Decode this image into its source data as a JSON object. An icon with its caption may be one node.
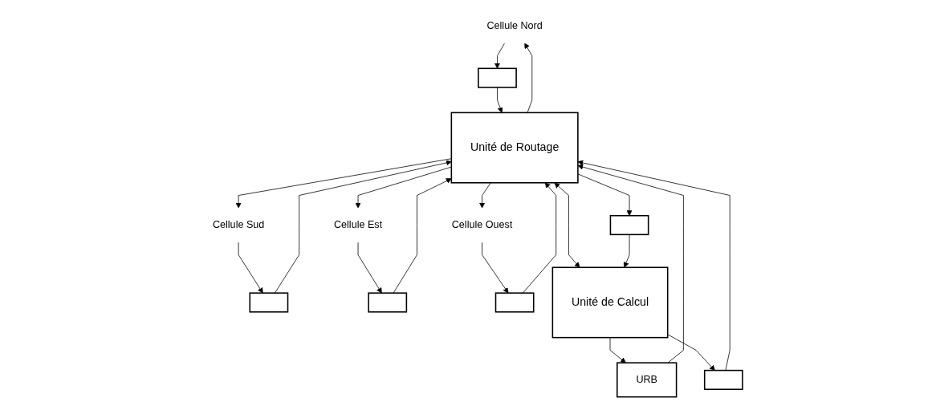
{
  "diagram": {
    "nodes": [
      {
        "text": [
          "Cellule Nord"
        ]
      },
      {
        "text": [
          "Cellule Sud"
        ]
      },
      {
        "text": [],
        "shape": "bar"
      },
      {
        "text": [],
        "shape": "bar"
      },
      {
        "text": [
          "Cellule Ouest"
        ]
      },
      {
        "text": [
          "Unité de Routage"
        ]
      },
      {
        "text": [],
        "shape": "bar"
      },
      {
        "text": [
          "Cellule Est"
        ]
      },
      {
        "text": [],
        "shape": "bar"
      },
      {
        "text": [
          "URB"
        ]
      },
      {
        "text": [],
        "shape": "bar"
      },
      {
        "text": [],
        "shape": "bar"
      },
      {
        "text": [
          "Unité de Calcul"
        ]
      }
    ],
    "edges": [
      {
        "from": 0,
        "to": 2,
        "arrow": "to"
      },
      {
        "from": 2,
        "to": 5,
        "arrow": "to"
      },
      {
        "from": 5,
        "to": 0,
        "arrow": "to"
      },
      {
        "from": 1,
        "to": 3,
        "arrow": "to"
      },
      {
        "from": 3,
        "to": 5,
        "arrow": "to"
      },
      {
        "from": 5,
        "to": 1,
        "arrow": "to"
      },
      {
        "from": 5,
        "to": 4,
        "arrow": "to"
      },
      {
        "from": 4,
        "to": 8,
        "arrow": "to"
      },
      {
        "from": 8,
        "to": 5,
        "arrow": "to"
      },
      {
        "from": 7,
        "to": 6,
        "arrow": "to"
      },
      {
        "from": 6,
        "to": 5,
        "arrow": "to"
      },
      {
        "from": 5,
        "to": 7,
        "arrow": "to"
      },
      {
        "from": 5,
        "to": 12,
        "arrow": "both"
      },
      {
        "from": 12,
        "to": 9,
        "arrow": "to"
      },
      {
        "from": 9,
        "to": 5,
        "arrow": "to"
      },
      {
        "from": 12,
        "to": 10,
        "arrow": "to"
      },
      {
        "from": 10,
        "to": 5,
        "arrow": "to"
      },
      {
        "from": 5,
        "to": 11,
        "arrow": "to"
      },
      {
        "from": 11,
        "to": 12,
        "arrow": "to"
      }
    ]
  }
}
